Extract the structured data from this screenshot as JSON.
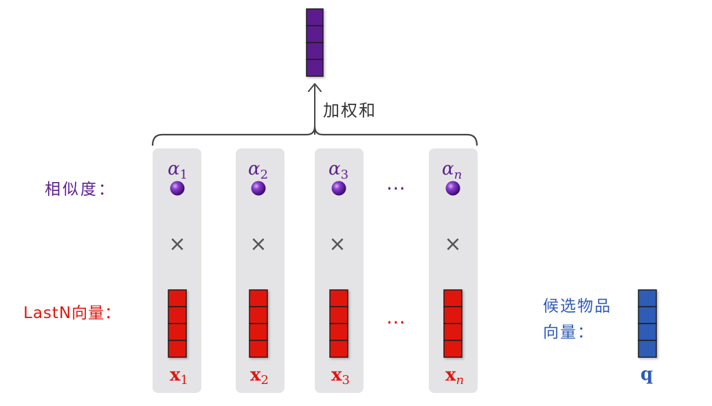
{
  "weighted_sum_label": "加权和",
  "similarity_label": "相似度：",
  "lastn_label": "LastN向量：",
  "candidate_label_line1": "候选物品",
  "candidate_label_line2": "向量：",
  "ellipsis": "⋯",
  "times_symbol": "×",
  "columns": [
    {
      "alpha_base": "α",
      "alpha_sub": "1",
      "x_base": "x",
      "x_sub": "1"
    },
    {
      "alpha_base": "α",
      "alpha_sub": "2",
      "x_base": "x",
      "x_sub": "2"
    },
    {
      "alpha_base": "α",
      "alpha_sub": "3",
      "x_base": "x",
      "x_sub": "3"
    },
    {
      "alpha_base": "α",
      "alpha_sub": "n",
      "x_base": "x",
      "x_sub": "n"
    }
  ],
  "candidate_vector_label": "q",
  "colors": {
    "purple": "#5b1f8f",
    "red": "#e0150d",
    "blue": "#2f5bb7",
    "gray_panel": "#e4e4e6",
    "dark": "#333333",
    "times": "#555555"
  }
}
